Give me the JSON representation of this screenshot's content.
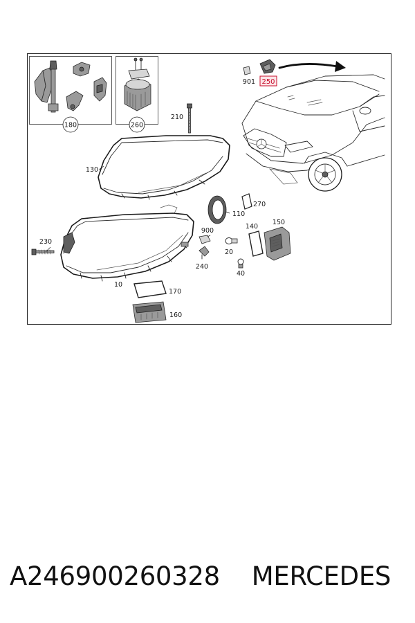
{
  "parts": {
    "p180": "180",
    "p260": "260",
    "p210": "210",
    "p130": "130",
    "p901": "901",
    "p250": "250",
    "p110": "110",
    "p270": "270",
    "p900": "900",
    "p140": "140",
    "p150": "150",
    "p230": "230",
    "p240": "240",
    "p20": "20",
    "p40": "40",
    "p10": "10",
    "p170": "170",
    "p160": "160"
  },
  "highlight_color": "#c8102e",
  "caption": {
    "part_number": "A246900260328",
    "brand": "MERCEDES"
  }
}
